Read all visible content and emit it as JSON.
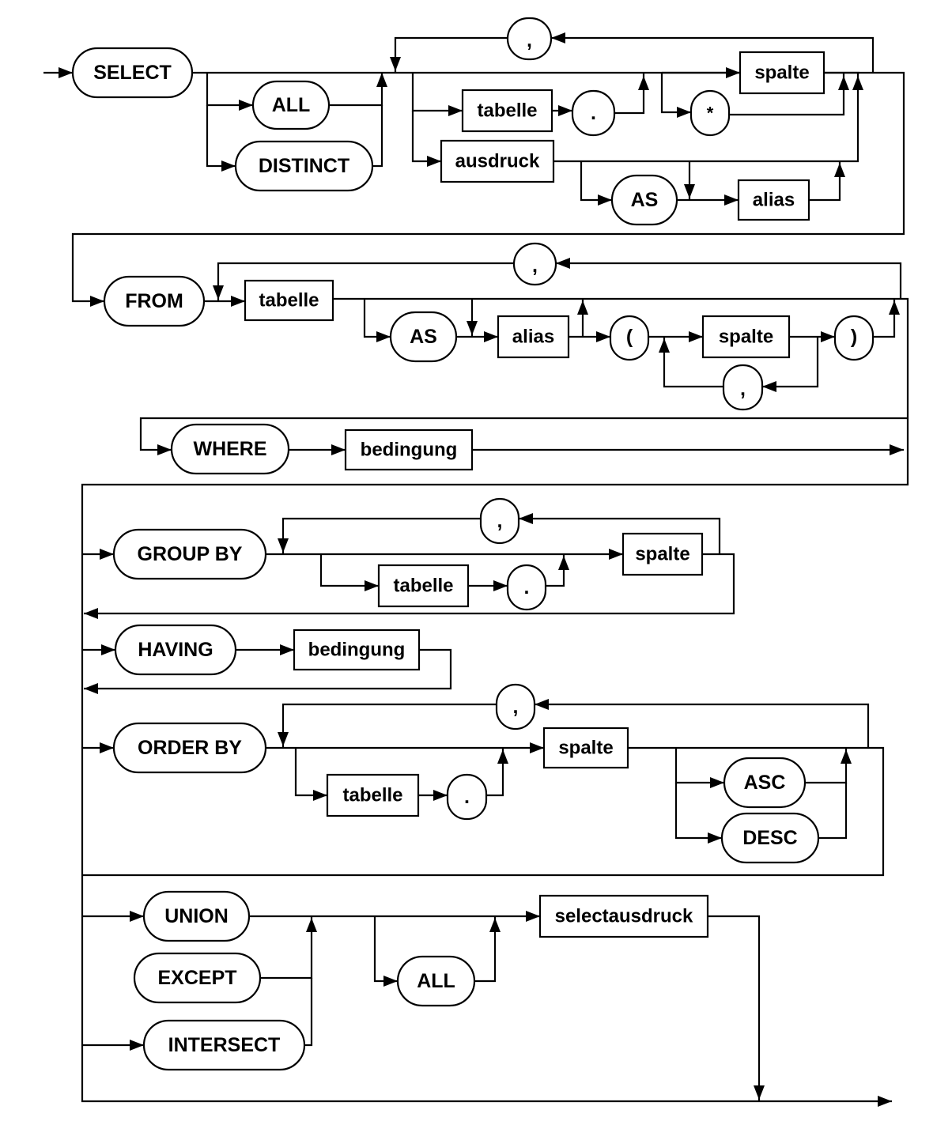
{
  "select": {
    "keyword": "SELECT",
    "all": "ALL",
    "distinct": "DISTINCT"
  },
  "select_list": {
    "comma": ",",
    "tabelle": "tabelle",
    "dot": ".",
    "star": "*",
    "spalte": "spalte",
    "ausdruck": "ausdruck",
    "as": "AS",
    "alias": "alias"
  },
  "from": {
    "keyword": "FROM",
    "comma": ",",
    "tabelle": "tabelle",
    "as": "AS",
    "alias": "alias",
    "open_paren": "(",
    "spalte": "spalte",
    "close_paren": ")",
    "list_comma": ","
  },
  "where": {
    "keyword": "WHERE",
    "bedingung": "bedingung"
  },
  "group_by": {
    "keyword": "GROUP BY",
    "comma": ",",
    "tabelle": "tabelle",
    "dot": ".",
    "spalte": "spalte"
  },
  "having": {
    "keyword": "HAVING",
    "bedingung": "bedingung"
  },
  "order_by": {
    "keyword": "ORDER BY",
    "comma": ",",
    "tabelle": "tabelle",
    "dot": ".",
    "spalte": "spalte",
    "asc": "ASC",
    "desc": "DESC"
  },
  "set_ops": {
    "union": "UNION",
    "except": "EXCEPT",
    "intersect": "INTERSECT",
    "all": "ALL",
    "selectausdruck": "selectausdruck"
  }
}
